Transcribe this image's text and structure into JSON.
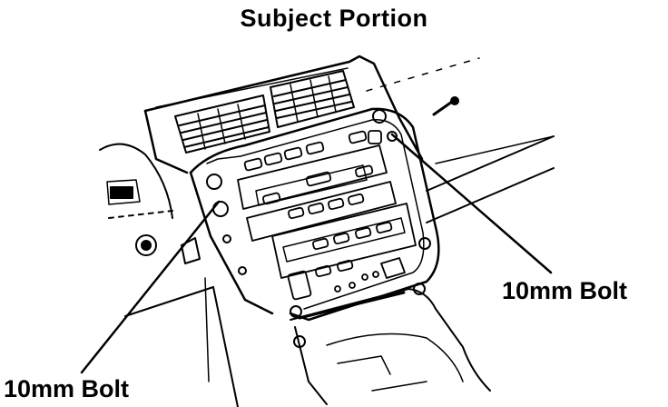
{
  "diagram": {
    "title": "Subject Portion",
    "callouts": {
      "right": "10mm Bolt",
      "left": "10mm Bolt"
    },
    "ink_color": "#000000",
    "paper_color": "#ffffff"
  }
}
